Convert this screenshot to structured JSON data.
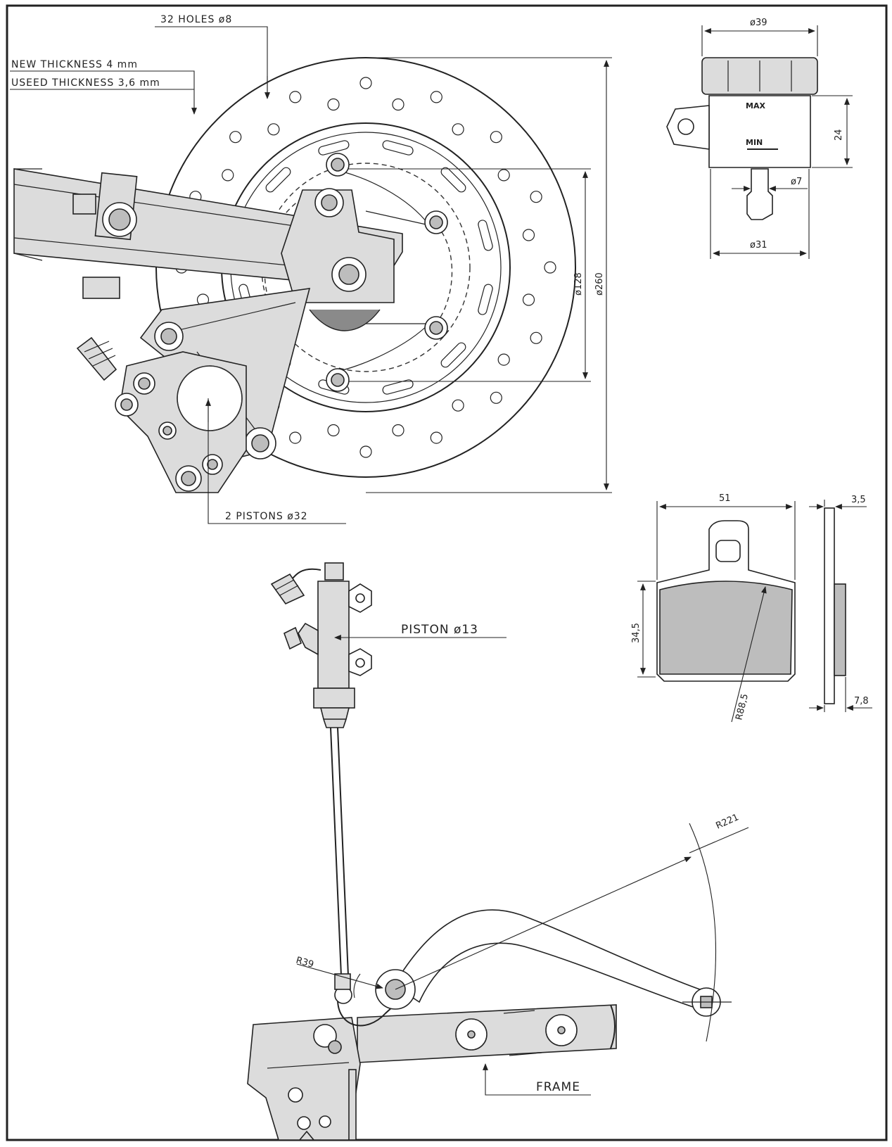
{
  "drawing": {
    "frame_color": "#222222",
    "background": "#ffffff"
  },
  "brake_disc": {
    "holes_label": "32 HOLES ø8",
    "new_thickness_label": "NEW THICKNESS 4 mm",
    "used_thickness_label": "USEED THICKNESS 3,6 mm",
    "dim_inner": "ø128",
    "dim_outer": "ø260",
    "pistons_label": "2 PISTONS ø32"
  },
  "reservoir": {
    "dim_top": "ø39",
    "dim_height": "24",
    "dim_outlet": "ø7",
    "dim_bottom": "ø31",
    "max_label": "MAX",
    "min_label": "MIN"
  },
  "brake_pad": {
    "dim_width": "51",
    "dim_thickness_plate": "3,5",
    "dim_height": "34,5",
    "dim_radius": "R88,5",
    "dim_total_thickness": "7,8"
  },
  "master_cylinder": {
    "piston_label": "PISTON ø13"
  },
  "pedal": {
    "radius_large": "R221",
    "radius_small": "R39",
    "frame_label": "FRAME"
  }
}
